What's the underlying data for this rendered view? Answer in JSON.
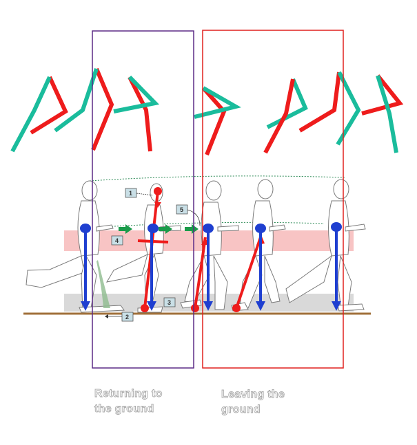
{
  "captions": {
    "returning": [
      "Returning to",
      "the ground"
    ],
    "leaving": [
      "Leaving the",
      "ground"
    ]
  },
  "tags": [
    "1",
    "2",
    "3",
    "4",
    "5"
  ],
  "colors": {
    "leg_red": "#ee1c1c",
    "leg_teal": "#1abc9c",
    "box_purple": "#5b2a86",
    "box_red": "#e0201e",
    "force_blue": "#1f3fd0",
    "band_pink": "#f8c4c4",
    "band_gray": "#d9d9d9",
    "ground": "#a0703a",
    "arrow_green": "#1a9b4a"
  }
}
